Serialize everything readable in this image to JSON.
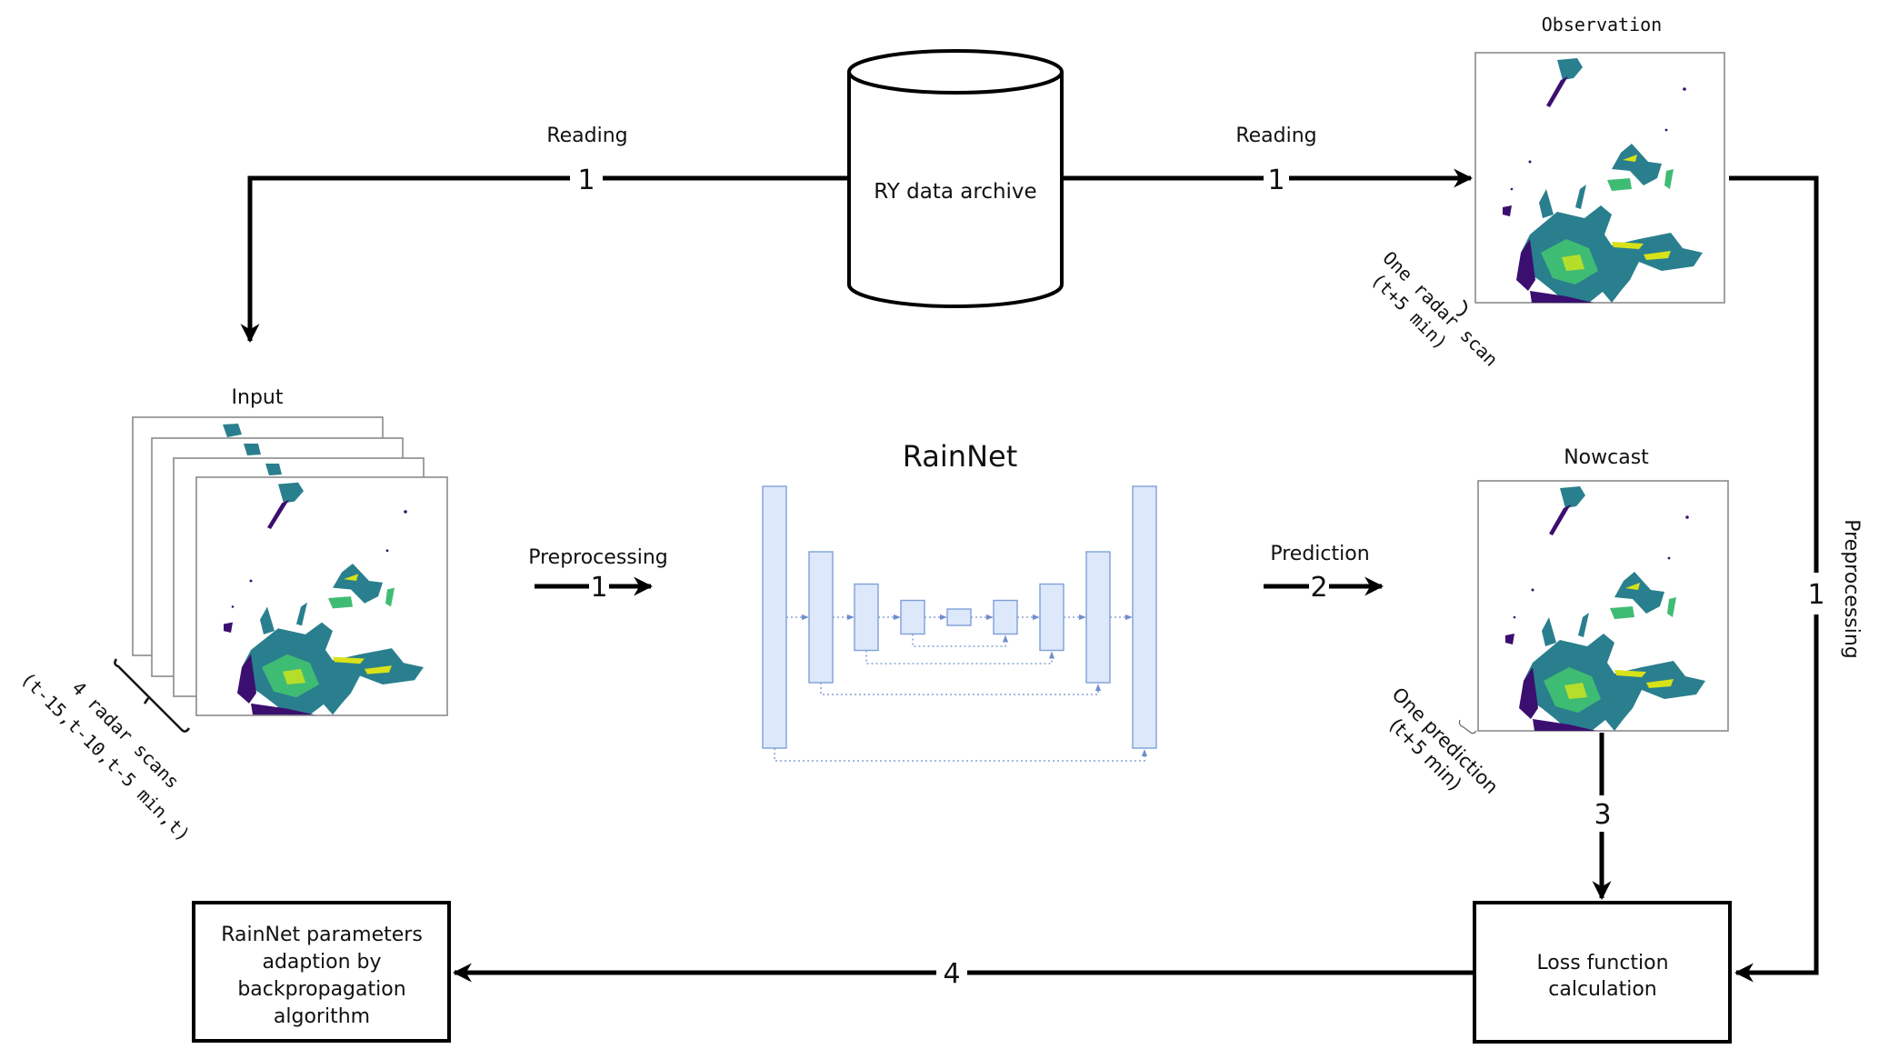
{
  "archive": {
    "label": "RY data archive"
  },
  "edges": {
    "read_left": {
      "label": "Reading",
      "step": "1"
    },
    "read_right": {
      "label": "Reading",
      "step": "1"
    },
    "preprocess_input": {
      "label": "Preprocessing",
      "step": "1"
    },
    "prediction": {
      "label": "Prediction",
      "step": "2"
    },
    "preprocess_observation": {
      "label": "Preprocessing",
      "step": "1"
    },
    "nowcast_to_loss": {
      "step": "3"
    },
    "loss_to_backprop": {
      "step": "4"
    }
  },
  "input": {
    "title": "Input",
    "annotation_line1": "4 radar scans",
    "annotation_line2": "(t-15,t-10,t-5 min,t)",
    "frame_count": 4
  },
  "model": {
    "title": "RainNet"
  },
  "observation": {
    "title": "Observation",
    "annotation_line1": "One radar scan",
    "annotation_line2": "(t+5 min)"
  },
  "nowcast": {
    "title": "Nowcast",
    "annotation_line1": "One prediction",
    "annotation_line2": "(t+5 min)"
  },
  "loss": {
    "line1": "Loss function",
    "line2": "calculation"
  },
  "backprop": {
    "line1": "RainNet parameters",
    "line2": "adaption by",
    "line3": "backpropagation",
    "line4": "algorithm"
  },
  "colors": {
    "radar_dark": "#3b0f6f",
    "radar_mid": "#2a7f8e",
    "radar_green": "#3fbc73",
    "radar_yellow": "#d8e219",
    "layer_fill": "#dde8fb",
    "layer_stroke": "#7fa0d6"
  }
}
